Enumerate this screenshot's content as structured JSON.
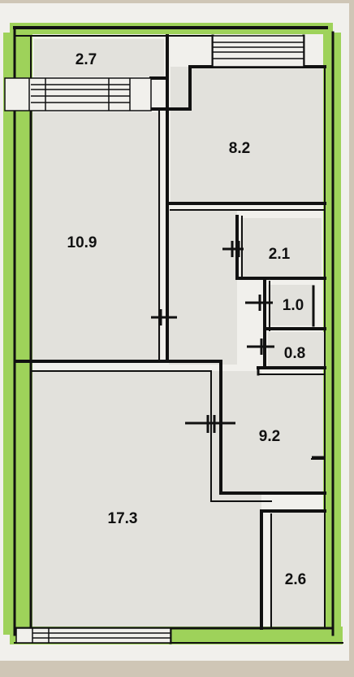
{
  "colors": {
    "outer_band": "#9ed25a",
    "room_fill": "#e2e1dc",
    "wall": "#111111",
    "background": "#cfc6b6"
  },
  "rooms": [
    {
      "id": "room-top-left",
      "area": "2.7"
    },
    {
      "id": "room-top-right",
      "area": "8.2"
    },
    {
      "id": "room-left-middle",
      "area": "10.9"
    },
    {
      "id": "room-small-a",
      "area": "2.1"
    },
    {
      "id": "room-small-b",
      "area": "1.0"
    },
    {
      "id": "room-small-c",
      "area": "0.8"
    },
    {
      "id": "room-hall",
      "area": "9.2"
    },
    {
      "id": "room-large",
      "area": "17.3"
    },
    {
      "id": "room-bottom-right",
      "area": "2.6"
    }
  ]
}
